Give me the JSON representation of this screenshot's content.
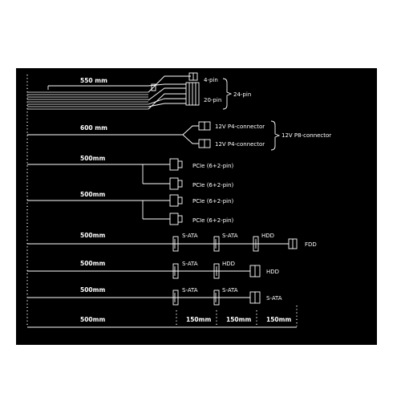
{
  "cables": {
    "atx": {
      "length": "550 mm",
      "pin4": "4-pin",
      "pin20": "20-pin",
      "group": "24-pin"
    },
    "cpu": {
      "length": "600 mm",
      "conn1": "12V P4-connector",
      "conn2": "12V P4-connector",
      "group": "12V P8-connector"
    },
    "pcie1": {
      "length": "500mm",
      "conn1": "PCIe (6+2-pin)",
      "conn2": "PCIe (6+2-pin)"
    },
    "pcie2": {
      "length": "500mm",
      "conn1": "PCIe (6+2-pin)",
      "conn2": "PCIe (6+2-pin)"
    },
    "periph1": {
      "length": "500mm",
      "c1": "S-ATA",
      "c2": "S-ATA",
      "c3": "HDD",
      "c4": "FDD"
    },
    "periph2": {
      "length": "500mm",
      "c1": "S-ATA",
      "c2": "HDD",
      "c3": "HDD"
    },
    "periph3": {
      "length": "500mm",
      "c1": "S-ATA",
      "c2": "S-ATA",
      "c3": "S-ATA"
    }
  },
  "scale": {
    "seg1": "500mm",
    "seg2": "150mm",
    "seg3": "150mm",
    "seg4": "150mm"
  }
}
